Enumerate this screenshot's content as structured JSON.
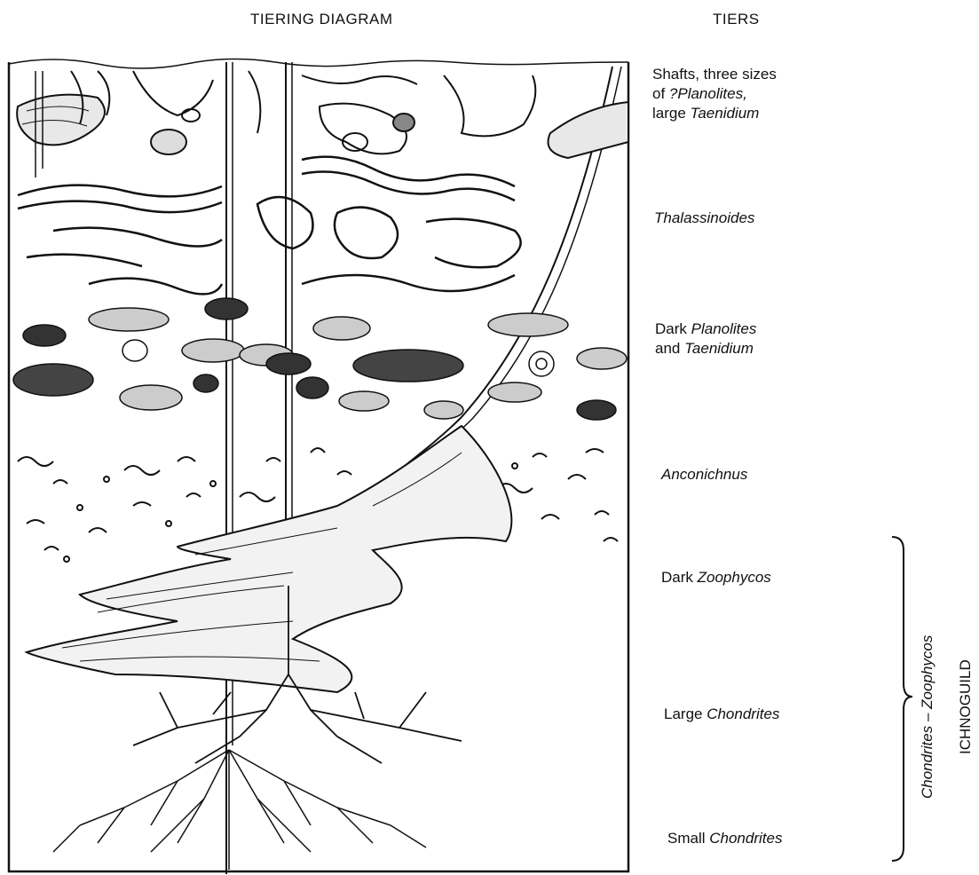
{
  "header": {
    "diagram_title": "TIERING DIAGRAM",
    "tiers_title": "TIERS"
  },
  "tiers": [
    {
      "line1": "Shafts, three sizes",
      "line2_pre": "of ",
      "line2_it": "?Planolites,",
      "line3_pre": "large ",
      "line3_it": "Taenidium"
    },
    {
      "it": "Thalassinoides"
    },
    {
      "pre": "Dark ",
      "it": "Planolites",
      "line2_pre": "and ",
      "line2_it": "Taenidium"
    },
    {
      "it": "Anconichnus"
    },
    {
      "pre": "Dark ",
      "it": "Zoophycos"
    },
    {
      "pre": "Large ",
      "it": "Chondrites"
    },
    {
      "pre": "Small ",
      "it": "Chondrites"
    }
  ],
  "ichnoguild": {
    "name_a": "Chondrites",
    "dash": "–",
    "name_b": "Zoophycos",
    "label": "ICHNOGUILD"
  },
  "colors": {
    "ink": "#111111",
    "paper": "#ffffff"
  }
}
